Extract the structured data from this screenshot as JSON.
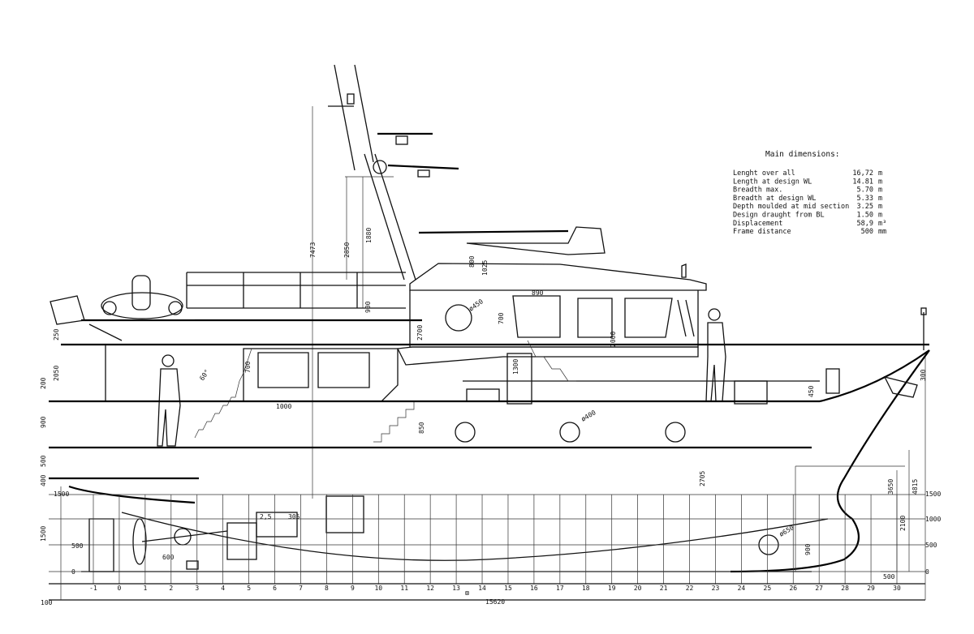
{
  "specs": {
    "title": "Main dimensions:",
    "rows": [
      {
        "label": "Lenght over all",
        "value": "16,72",
        "unit": "m"
      },
      {
        "label": "Length at design WL",
        "value": "14.81",
        "unit": "m"
      },
      {
        "label": "Breadth max.",
        "value": "5.70",
        "unit": "m"
      },
      {
        "label": "Breadth at design WL",
        "value": "5.33",
        "unit": "m"
      },
      {
        "label": "Depth moulded at mid section",
        "value": "3.25",
        "unit": "m"
      },
      {
        "label": "Design draught from BL",
        "value": "1.50",
        "unit": "m"
      },
      {
        "label": "Displacement",
        "value": "58,9",
        "unit": "m³"
      },
      {
        "label": "Frame distance",
        "value": "500",
        "unit": "mm"
      }
    ]
  },
  "dimensions": {
    "mast_height": "7473",
    "mast_upper": "2850",
    "mast_lower": "1880",
    "wheelhouse_roof": "800",
    "wheelhouse_roof2": "1025",
    "wheelhouse_width": "890",
    "porthole_top": "ø450",
    "porthole_mid": "ø400",
    "porthole_bottom": "ø650",
    "aft_railing": "250",
    "deck_stack_1": "200",
    "deck_stack_2": "2050",
    "deck_stack_3": "900",
    "deck_stack_4": "500",
    "deck_stack_5": "400",
    "deck_stack_6": "1500",
    "keel_offset": "100",
    "window_width": "1000",
    "stair_angle": "60°",
    "mid_height_1": "2700",
    "mid_height_2": "700",
    "mid_height_3": "850",
    "mid_height_4": "1300",
    "door_height": "2000",
    "wheel_step": "900",
    "fwd_cabin": "450",
    "bow_height": "300",
    "fwd_depth": "4815",
    "fwd_depth2": "3650",
    "fwd_depth3": "2100",
    "frame_deep": "2705",
    "fwd_bottom": "500",
    "fwd_mid": "900",
    "right_1500": "1500",
    "right_1000": "1000",
    "right_500": "500",
    "right_0": "0",
    "left_1500": "1500",
    "left_500": "500",
    "left_0": "0",
    "engine_a": "2,5",
    "engine_b": "305",
    "engine_c": "600",
    "total_length": "15620"
  },
  "frames": [
    "-1",
    "0",
    "1",
    "2",
    "3",
    "4",
    "5",
    "6",
    "7",
    "8",
    "9",
    "10",
    "11",
    "12",
    "13",
    "14",
    "15",
    "16",
    "17",
    "18",
    "19",
    "20",
    "21",
    "22",
    "23",
    "24",
    "25",
    "26",
    "27",
    "28",
    "29",
    "30"
  ],
  "midship_mark": "⊠"
}
